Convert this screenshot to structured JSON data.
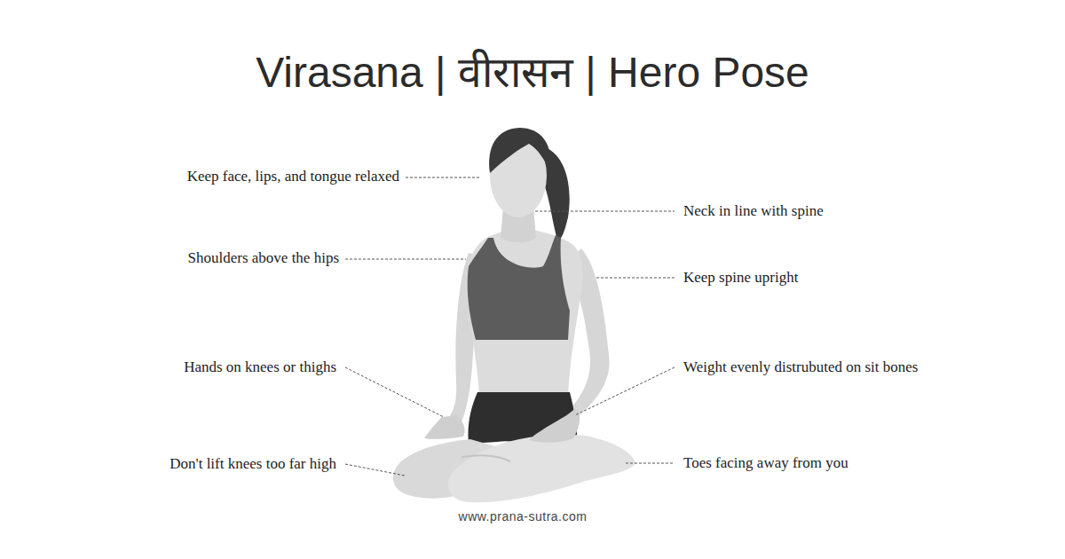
{
  "diagram": {
    "title": "Virasana | वीरासन | Hero Pose",
    "labels": [
      "Keep face, lips, and tongue relaxed",
      "Neck in line with spine",
      "Shoulders above the hips",
      "Keep spine upright",
      "Hands on knees or thighs",
      "Weight evenly distrubuted on sit bones",
      "Don't lift knees too far high",
      "Toes facing away from you",
      "www.prana-sutra.com"
    ]
  }
}
